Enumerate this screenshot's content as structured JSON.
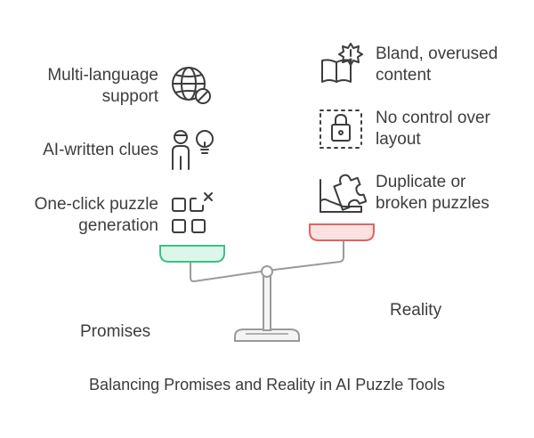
{
  "promises": {
    "heading": "Promises",
    "items": [
      {
        "line1": "Multi-language",
        "line2": "support",
        "icon": "globe-icon"
      },
      {
        "line1": "AI-written clues",
        "line2": "",
        "icon": "person-lightbulb-icon"
      },
      {
        "line1": "One-click puzzle",
        "line2": "generation",
        "icon": "grid-add-icon"
      }
    ]
  },
  "reality": {
    "heading": "Reality",
    "items": [
      {
        "line1": "Bland, overused",
        "line2": "content",
        "icon": "book-alert-icon"
      },
      {
        "line1": "No control over",
        "line2": "layout",
        "icon": "lock-icon"
      },
      {
        "line1": "Duplicate or",
        "line2": "broken puzzles",
        "icon": "puzzle-piece-icon"
      }
    ]
  },
  "caption": "Balancing Promises and Reality in AI Puzzle Tools",
  "colors": {
    "promise_pan_fill": "#dcf7ea",
    "promise_pan_stroke": "#3fbf85",
    "reality_pan_fill": "#fde1e1",
    "reality_pan_stroke": "#e06363",
    "scale_stroke": "#9a9a9a"
  }
}
